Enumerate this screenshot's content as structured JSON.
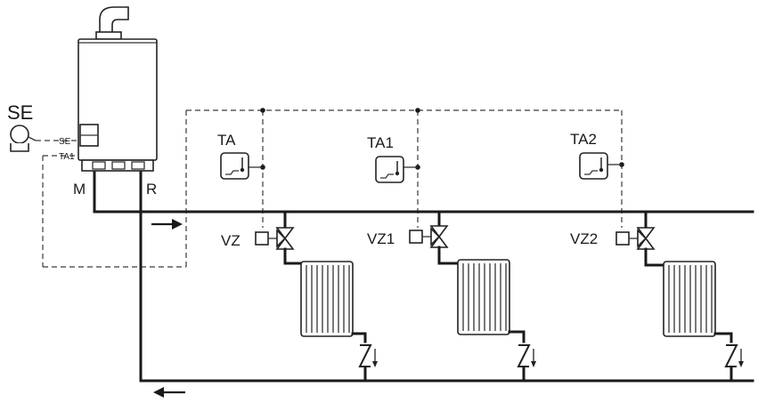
{
  "labels": {
    "sensor": "SE",
    "sensor_terminal": "SE",
    "thermostat_terminal": "TA1",
    "flow": "M",
    "return": "R",
    "zones": [
      {
        "thermostat": "TA",
        "valve": "VZ"
      },
      {
        "thermostat": "TA1",
        "valve": "VZ1"
      },
      {
        "thermostat": "TA2",
        "valve": "VZ2"
      }
    ]
  },
  "colors": {
    "line": "#1a1a1a",
    "background": "#ffffff"
  },
  "icons": [
    "outdoor-sensor-icon",
    "boiler-icon",
    "thermostat-icon",
    "zone-valve-icon",
    "radiator-icon",
    "check-valve-icon",
    "flow-arrow-icon"
  ]
}
